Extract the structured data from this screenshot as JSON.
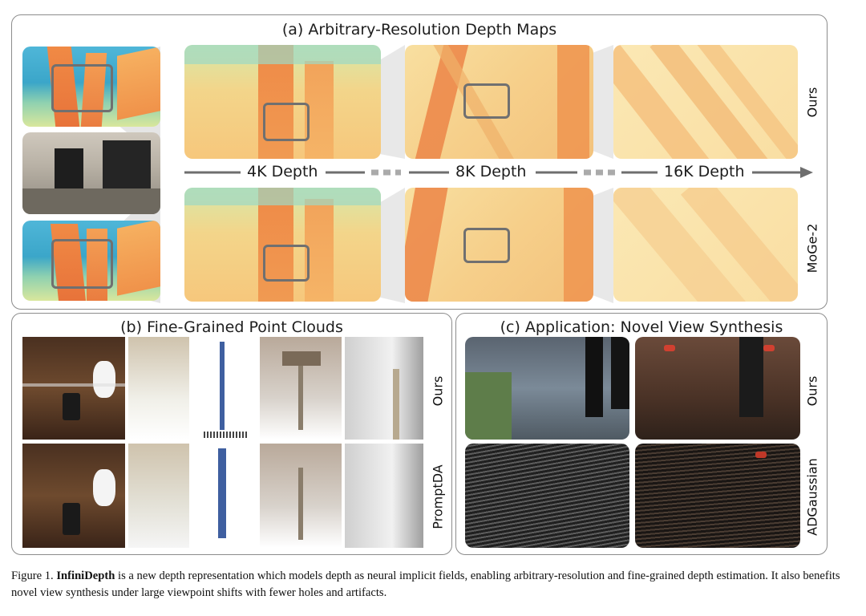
{
  "panel_a": {
    "title": "(a) Arbitrary-Resolution Depth Maps",
    "depth_labels": [
      "4K Depth",
      "8K Depth",
      "16K Depth"
    ],
    "row_labels": [
      "Ours",
      "MoGe-2"
    ]
  },
  "panel_b": {
    "title": "(b)  Fine-Grained Point Clouds",
    "row_labels": [
      "Ours",
      "PromptDA"
    ]
  },
  "panel_c": {
    "title": "(c) Application: Novel View Synthesis",
    "row_labels": [
      "Ours",
      "ADGaussian"
    ]
  },
  "caption": {
    "figure_label": "Figure 1.",
    "method_name": "InfiniDepth",
    "text": "is a new depth representation which models depth as neural implicit fields, enabling arbitrary-resolution and fine-grained depth estimation. It also benefits novel view synthesis under large viewpoint shifts with fewer holes and artifacts."
  },
  "colors": {
    "panel_border": "#8c8c8c",
    "zoom_box": "#707070",
    "arrow": "#6e6e6e",
    "depth_near": "#e8853f",
    "depth_far": "#f8e3a8",
    "depth_sky": "#4aa8c8"
  }
}
